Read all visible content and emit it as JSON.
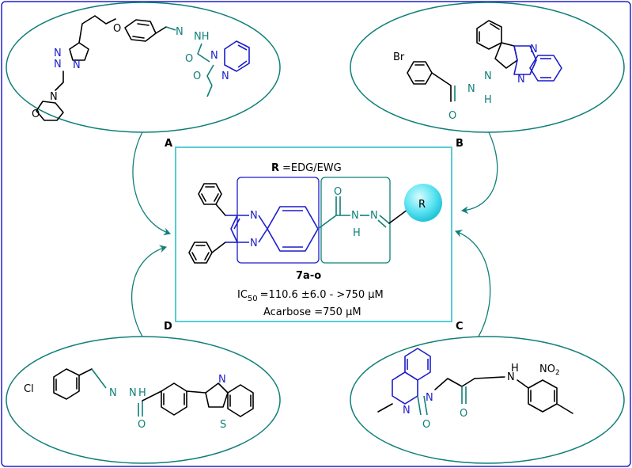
{
  "frame_color": "#2222cc",
  "ellipse_color": "#0f7f78",
  "center_box_color": "#44c8d4",
  "labels": {
    "A": "A",
    "B": "B",
    "C": "C",
    "D": "D"
  },
  "center": {
    "r_bold": "R",
    "r_text": "=EDG/EWG",
    "r_circle": "R",
    "compound": "7a-o",
    "ic50_prefix": "IC",
    "ic50_sub": "50",
    "ic50_value": "=110.6 ±6.0 - >750 µM",
    "acarbose": "Acarbose =750 µM"
  },
  "atoms": {
    "A": {
      "n1": "N",
      "n2": "N",
      "n3": "N",
      "o_ether": "O",
      "n_imine": "N",
      "nh": "NH",
      "o_amide": "O",
      "n_ring": "N",
      "o_keto": "O",
      "n_ring2": "N",
      "n_morph": "N",
      "o_morph": "O"
    },
    "B": {
      "br": "Br",
      "n_a": "N",
      "n_b": "N",
      "n_imine": "N",
      "nh": "N",
      "h": "H",
      "o": "O"
    },
    "C": {
      "n_top": "N",
      "n_left": "N",
      "o_keto": "O",
      "o_amide": "O",
      "nh": "N",
      "h": "H",
      "no2": "NO",
      "no2_sub": "2"
    },
    "D": {
      "cl": "Cl",
      "n_imine": "N",
      "nh": "N",
      "h": "H",
      "o": "O",
      "n_thz": "N",
      "s": "S"
    },
    "core": {
      "n_top": "N",
      "n_bot": "N",
      "o": "O",
      "n1": "N",
      "n2": "N",
      "h": "H"
    }
  }
}
